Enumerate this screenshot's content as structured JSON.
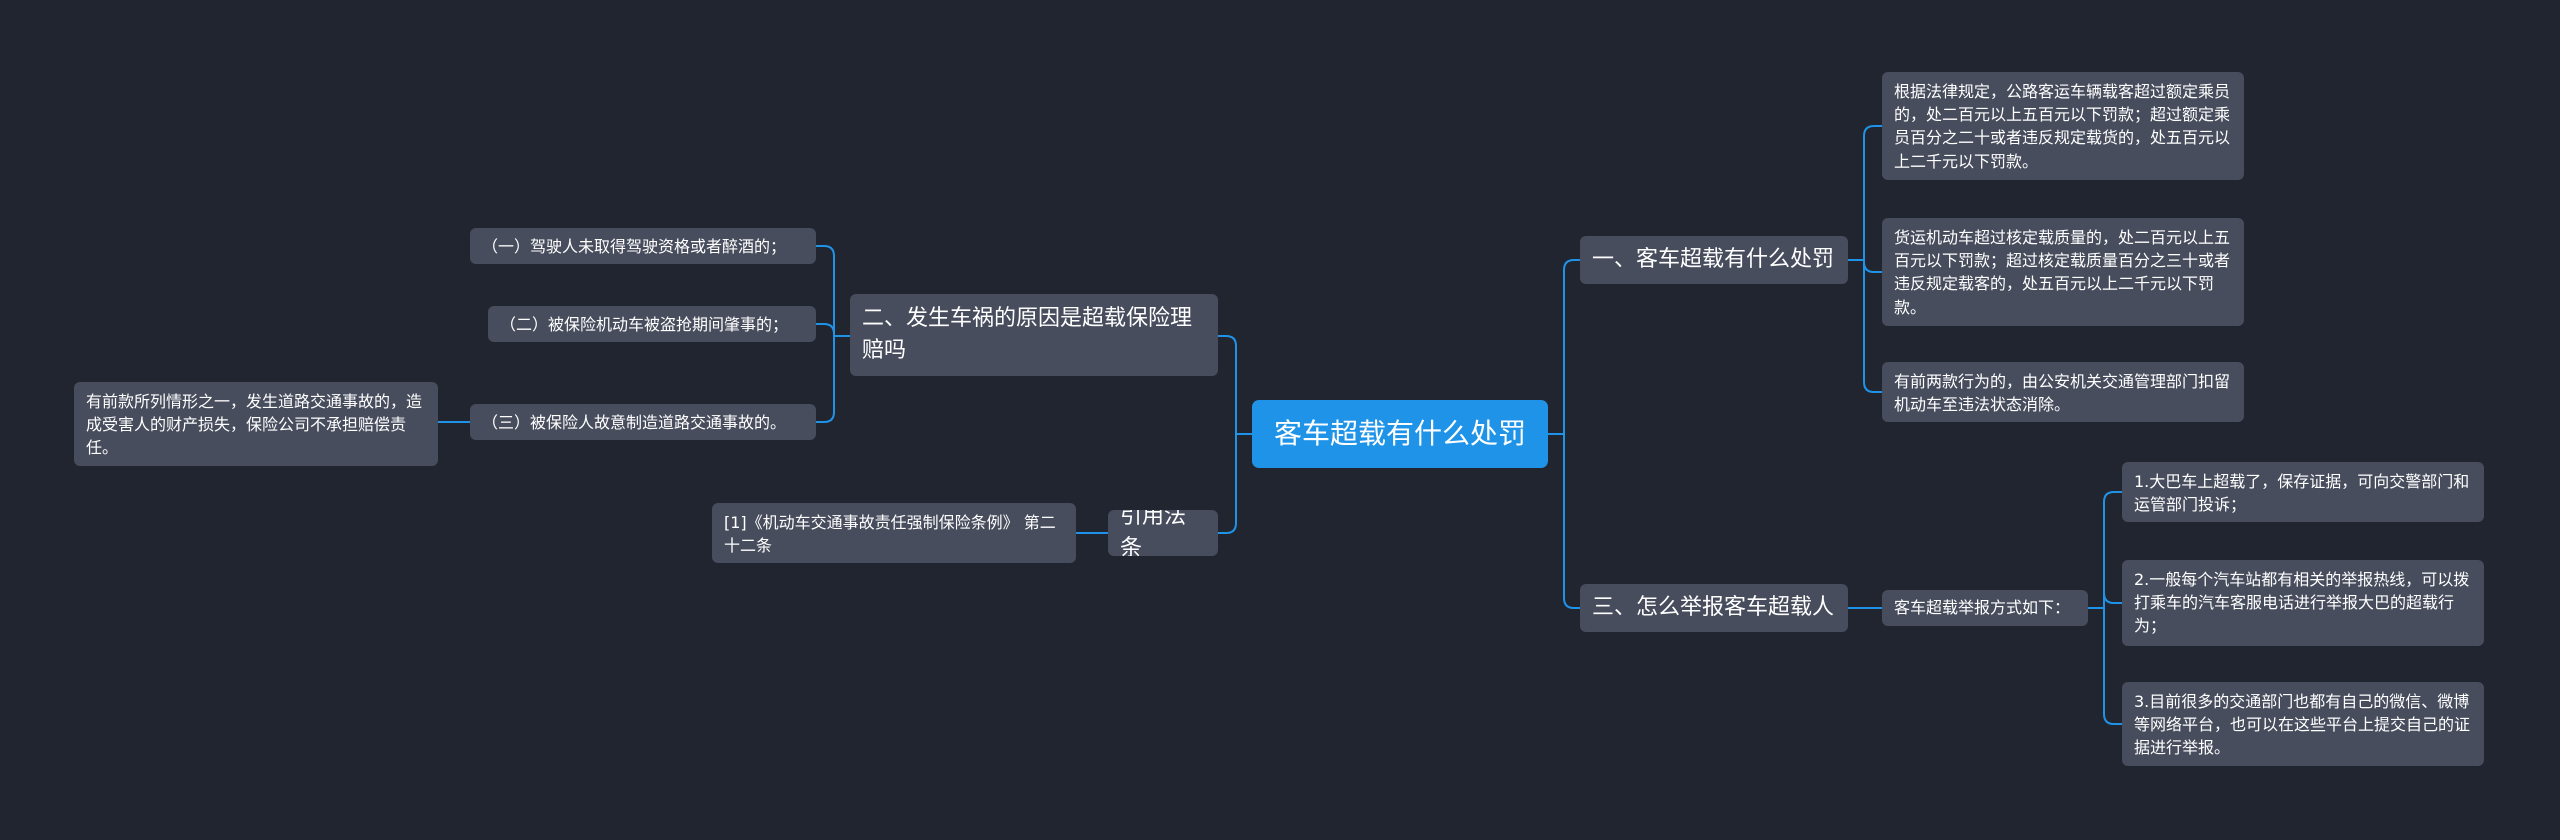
{
  "root": {
    "label": "客车超载有什么处罚"
  },
  "right": {
    "branch1": {
      "label": "一、客车超载有什么处罚",
      "items": [
        "根据法律规定，公路客运车辆载客超过额定乘员的，处二百元以上五百元以下罚款；超过额定乘员百分之二十或者违反规定载货的，处五百元以上二千元以下罚款。",
        "货运机动车超过核定载质量的，处二百元以上五百元以下罚款；超过核定载质量百分之三十或者违反规定载客的，处五百元以上二千元以下罚款。",
        "有前两款行为的，由公安机关交通管理部门扣留机动车至违法状态消除。"
      ]
    },
    "branch3": {
      "label": "三、怎么举报客车超载人",
      "sub": "客车超载举报方式如下：",
      "items": [
        "1.大巴车上超载了，保存证据，可向交警部门和运管部门投诉；",
        "2.一般每个汽车站都有相关的举报热线，可以拨打乘车的汽车客服电话进行举报大巴的超载行为；",
        "3.目前很多的交通部门也都有自己的微信、微博等网络平台，也可以在这些平台上提交自己的证据进行举报。"
      ]
    }
  },
  "left": {
    "branch2": {
      "label": "二、发生车祸的原因是超载保险理赔吗",
      "items": [
        "（一）驾驶人未取得驾驶资格或者醉酒的；",
        "（二）被保险机动车被盗抢期间肇事的；",
        "（三）被保险人故意制造道路交通事故的。"
      ],
      "note": "有前款所列情形之一，发生道路交通事故的，造成受害人的财产损失，保险公司不承担赔偿责任。"
    },
    "law": {
      "label": "引用法条",
      "items": [
        "[1]《机动车交通事故责任强制保险条例》 第二十二条"
      ]
    }
  },
  "colors": {
    "background": "#212530",
    "root": "#1f93e8",
    "node": "#474d5d",
    "line": "#1f93e8",
    "text": "#ffffff"
  }
}
